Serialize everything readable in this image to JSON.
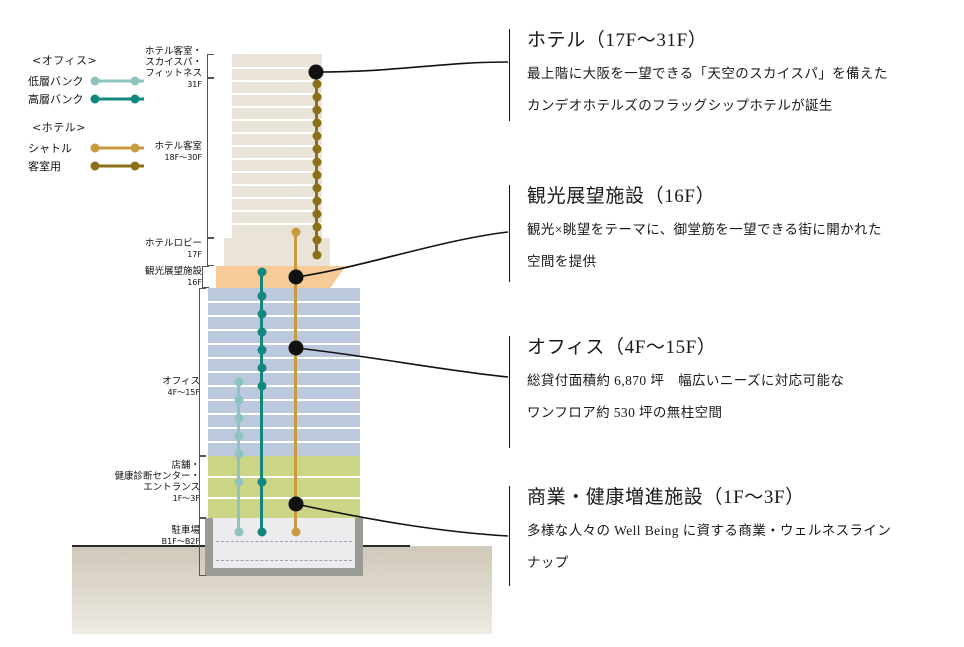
{
  "legend": {
    "groups": [
      {
        "heading": "<オフィス>",
        "items": [
          {
            "label": "低層バンク",
            "color": "#8fc3c0"
          },
          {
            "label": "高層バンク",
            "color": "#12877f"
          }
        ]
      },
      {
        "heading": "<ホテル>",
        "items": [
          {
            "label": "シャトル",
            "color": "#c79b3e"
          },
          {
            "label": "客室用",
            "color": "#8c6f16"
          }
        ]
      }
    ]
  },
  "floor_labels": [
    {
      "name": "ホテル客室・\nスカイスパ・\nフィットネス",
      "floors": "31F"
    },
    {
      "name": "ホテル客室",
      "floors": "18F〜30F"
    },
    {
      "name": "ホテルロビー",
      "floors": "17F"
    },
    {
      "name": "観光展望施設",
      "floors": "16F"
    },
    {
      "name": "オフィス",
      "floors": "4F〜15F"
    },
    {
      "name": "店舗・\n健康診断センター・\nエントランス",
      "floors": "1F〜3F"
    },
    {
      "name": "駐車場",
      "floors": "B1F〜B2F"
    }
  ],
  "floor_label_parts": {
    "l0a": "ホテル客室・",
    "l0b": "スカイスパ・",
    "l0c": "フィットネス",
    "l0f": "31F",
    "l1a": "ホテル客室",
    "l1f": "18F〜30F",
    "l2a": "ホテルロビー",
    "l2f": "17F",
    "l3a": "観光展望施設",
    "l3f": "16F",
    "l4a": "オフィス",
    "l4f": "4F〜15F",
    "l5a": "店舗・",
    "l5b": "健康診断センター・",
    "l5c": "エントランス",
    "l5f": "1F〜3F",
    "l6a": "駐車場",
    "l6f": "B1F〜B2F"
  },
  "panels": [
    {
      "title": "ホテル（17F〜31F）",
      "lines": [
        "最上階に大阪を一望できる「天空のスカイスパ」を備えた",
        "カンデオホテルズのフラッグシップホテルが誕生"
      ]
    },
    {
      "title": "観光展望施設（16F）",
      "lines": [
        "観光×眺望をテーマに、御堂筋を一望できる街に開かれた",
        "空間を提供"
      ]
    },
    {
      "title": "オフィス（4F〜15F）",
      "lines": [
        "総貸付面積約 6,870 坪　幅広いニーズに対応可能な",
        "ワンフロア約 530 坪の無柱空間"
      ]
    },
    {
      "title": "商業・健康増進施設（1F〜3F）",
      "lines": [
        "多様な人々の Well Being に資する商業・ウェルネスライン",
        "ナップ"
      ]
    }
  ],
  "colors": {
    "hotel_band": "#e9e3d8",
    "observation_band": "#f6cb97",
    "office_band": "#bbc8de",
    "retail_band": "#ccd485",
    "basement_fill": "#ececee",
    "basement_wall": "#9b9b96",
    "ground": "#d7d0c2",
    "callout_dot": "#111111",
    "low_bank": "#8fc3c0",
    "high_bank": "#12877f",
    "shuttle": "#c79b3e",
    "guest_elevator": "#8c6f16"
  }
}
